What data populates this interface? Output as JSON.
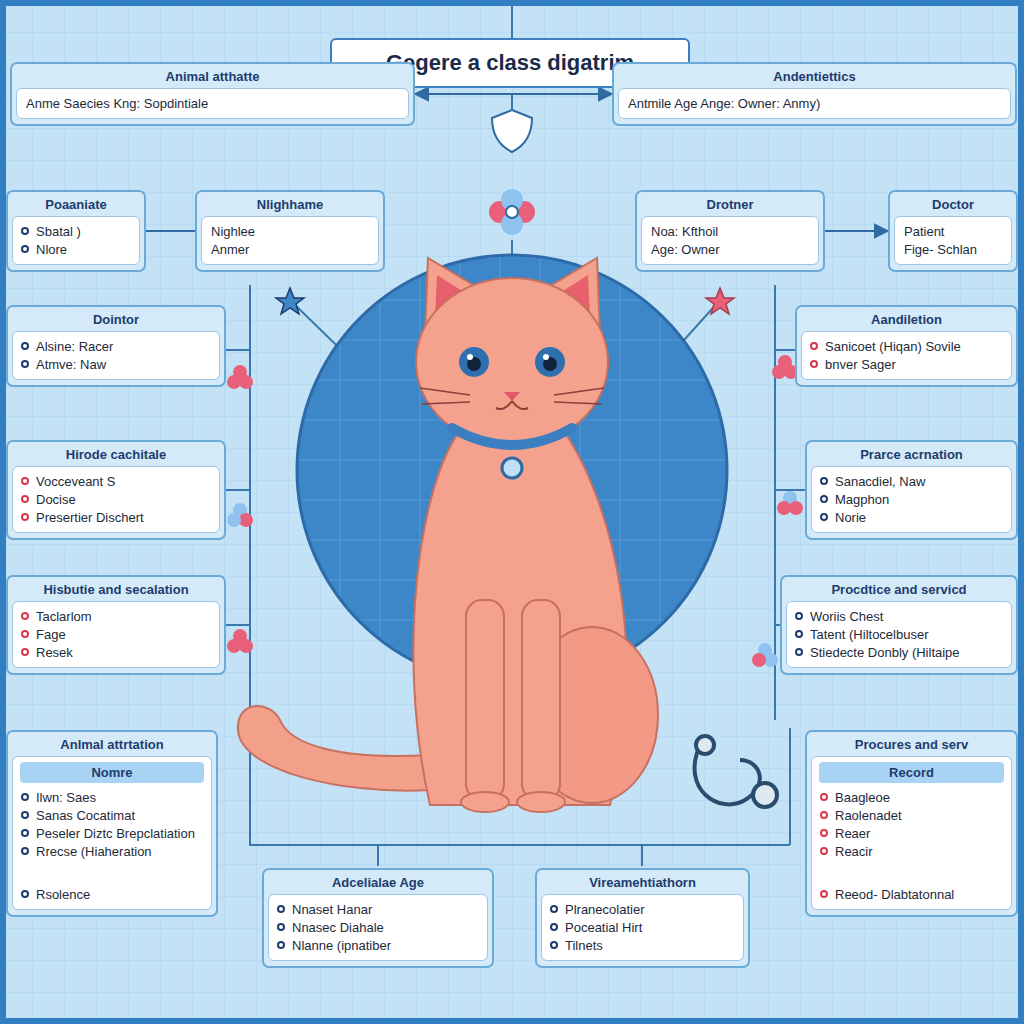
{
  "diagram": {
    "title": "Gegere a class digatrim",
    "nodes": [
      {
        "text": [
          "Animal atthatte",
          "Anme Saecies Kng: Sopdintiale"
        ]
      },
      {
        "text": [
          "Andentiettics",
          "Antmile Age Ange: Owner: Anmy)"
        ]
      },
      {
        "text": [
          "Poaaniate",
          "Sbatal )",
          "Nlore"
        ]
      },
      {
        "text": [
          "Nlighhame",
          "Nighlee",
          "Anmer"
        ]
      },
      {
        "text": [
          "Drotner",
          "Noa: Kfthoil",
          "Age: Owner"
        ]
      },
      {
        "text": [
          "Doctor",
          "Patient",
          "Fige- Schlan"
        ]
      },
      {
        "text": [
          "Dointor",
          "Alsine: Racer",
          "Atmve: Naw"
        ]
      },
      {
        "text": [
          "Aandiletion",
          "Sanicoet (Hiqan) Sovile",
          "bnver Sager"
        ]
      },
      {
        "text": [
          "Hirode cachitale",
          "Vocceveant S",
          "Docise",
          "Presertier Dischert"
        ]
      },
      {
        "text": [
          "Prarce acrnation",
          "Sanacdiel, Naw",
          "Magphon",
          "Norie"
        ]
      },
      {
        "text": [
          "Hisbutie and secalation",
          "Taclarlom",
          "Fage",
          "Resek"
        ]
      },
      {
        "text": [
          "Procdtice and servicd",
          "Woriis Chest",
          "Tatent (Hiltocelbuser",
          "Stiedecte Donbly (Hiltaipe"
        ]
      },
      {
        "text": [
          "Anlmal attrtation",
          "Nomre",
          "Ilwn: Saes",
          "Sanas Cocatimat",
          "Peseler Diztc Brepclatiation",
          "Rrecse (Hiaheration",
          "Rsolence"
        ]
      },
      {
        "text": [
          "Adcelialae Age",
          "Nnaset Hanar",
          "Nnasec Diahale",
          "Nlanne (ipnatiber"
        ]
      },
      {
        "text": [
          "Vireamehtiathorn",
          "Plranecolatier",
          "Poceatial Hirt",
          "Tilnets"
        ]
      },
      {
        "text": [
          "Procures and serv",
          "Record",
          "Baagleoe",
          "Raolenadet",
          "Reaer",
          "Reacir",
          "Reeod- Dlabtatonnal"
        ]
      }
    ],
    "edges": [
      {
        "from": 0,
        "to": 1,
        "arrow": "both"
      },
      {
        "from": 2,
        "to": 3,
        "arrow": "none"
      },
      {
        "from": 4,
        "to": 5,
        "arrow": "to"
      }
    ]
  }
}
